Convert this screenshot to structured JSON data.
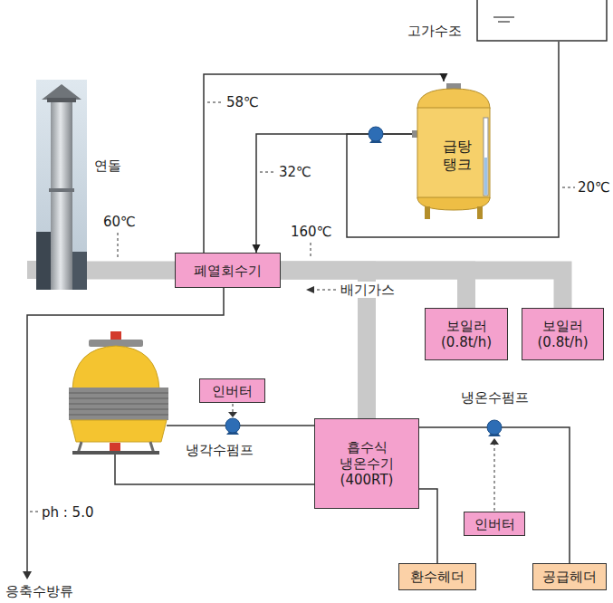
{
  "diagram": {
    "nodes": [
      {
        "text": [
          "고가수조"
        ]
      },
      {
        "text": [
          "급탕탱크"
        ]
      },
      {
        "text": [
          "연돌"
        ]
      },
      {
        "text": [
          "폐열회수기"
        ]
      },
      {
        "text": [
          "보일러 (0.8t/h)"
        ]
      },
      {
        "text": [
          "보일러 (0.8t/h)"
        ]
      },
      {
        "text": [
          "인버터"
        ]
      },
      {
        "text": [
          "흡수식 냉온수기 (400RT)"
        ]
      },
      {
        "text": [
          "인버터"
        ]
      },
      {
        "text": [
          "환수헤더"
        ]
      },
      {
        "text": [
          "공급헤더"
        ]
      }
    ],
    "edges": [
      {
        "from": 3,
        "to": 1,
        "arrow": "to",
        "label": "58℃"
      },
      {
        "from": 1,
        "to": 3,
        "arrow": "to",
        "label": "32℃"
      },
      {
        "from": 0,
        "to": 1,
        "arrow": "none",
        "label": "20℃"
      },
      {
        "from": 3,
        "to": 2,
        "arrow": "none",
        "label": "60℃"
      },
      {
        "from": 4,
        "to": 3,
        "arrow": "none"
      },
      {
        "from": 5,
        "to": 3,
        "arrow": "none"
      },
      {
        "from": 7,
        "to": 3,
        "arrow": "none"
      },
      {
        "from": 7,
        "to": 9,
        "arrow": "none"
      },
      {
        "from": 7,
        "to": 10,
        "arrow": "none"
      }
    ],
    "labels": [
      "160℃",
      "배기가스",
      "냉각수펌프",
      "냉온수펌프",
      "ph : 5.0",
      "응축수방류"
    ]
  }
}
